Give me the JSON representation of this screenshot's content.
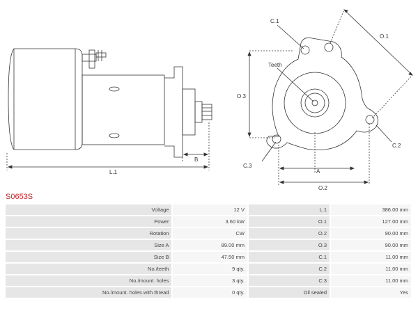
{
  "drawing": {
    "dim_L1": "L.1",
    "dim_B": "B",
    "dim_C1": "C.1",
    "dim_O1": "O.1",
    "dim_teeth": "Teeth",
    "dim_O3": "O.3",
    "dim_C2": "C.2",
    "dim_C3": "C.3",
    "dim_A": "A",
    "dim_O2": "O.2"
  },
  "part_number": "S0653S",
  "specs": [
    {
      "label": "Voltage",
      "value": "12 V",
      "label2": "L.1",
      "value2": "386.00 mm"
    },
    {
      "label": "Power",
      "value": "3.60 kW",
      "label2": "O.1",
      "value2": "127.00 mm"
    },
    {
      "label": "Rotation",
      "value": "CW",
      "label2": "O.2",
      "value2": "90.00 mm"
    },
    {
      "label": "Size A",
      "value": "89.00 mm",
      "label2": "O.3",
      "value2": "90.00 mm"
    },
    {
      "label": "Size B",
      "value": "47.50 mm",
      "label2": "C.1",
      "value2": "11.00 mm"
    },
    {
      "label": "No./teeth",
      "value": "9 qty.",
      "label2": "C.2",
      "value2": "11.00 mm"
    },
    {
      "label": "No./mount. holes",
      "value": "3 qty.",
      "label2": "C.3",
      "value2": "11.00 mm"
    },
    {
      "label": "No./mount. holes with thread",
      "value": "0 qty.",
      "label2": "Oil sealed",
      "value2": "Yes"
    }
  ]
}
